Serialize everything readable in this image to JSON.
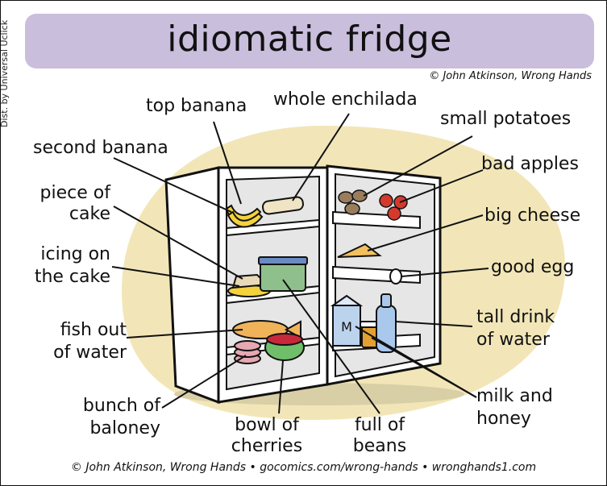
{
  "title": "idiomatic fridge",
  "dist_credit": "Dist. by Universal Uclick",
  "top_credit": "© John Atkinson, Wrong Hands",
  "footer_credit": "© John Atkinson, Wrong Hands • gocomics.com/wrong-hands • wronghands1.com",
  "labels": {
    "top_banana": "top banana",
    "whole_enchilada": "whole enchilada",
    "small_potatoes": "small potatoes",
    "second_banana": "second banana",
    "bad_apples": "bad apples",
    "piece_of_cake_1": "piece of",
    "piece_of_cake_2": "cake",
    "big_cheese": "big cheese",
    "icing_1": "icing on",
    "icing_2": "the cake",
    "good_egg": "good egg",
    "fish_1": "fish out",
    "fish_2": "of water",
    "tall_drink_1": "tall drink",
    "tall_drink_2": "of water",
    "baloney_1": "bunch of",
    "baloney_2": "baloney",
    "cherries_1": "bowl of",
    "cherries_2": "cherries",
    "beans_1": "full of",
    "beans_2": "beans",
    "milk_honey_1": "milk and",
    "milk_honey_2": "honey",
    "carton_letter": "M"
  },
  "colors": {
    "title_banner": "#c9bedc",
    "background_blob": "#f2e6b8",
    "fridge_body": "#ffffff",
    "fridge_interior": "#e6e6e6",
    "banana": "#f3d23c",
    "fish": "#f0b35a",
    "cherries": "#c8283c",
    "bowl": "#6fbf6a",
    "water_bottle": "#a9c8ec",
    "milk_carton": "#bcd3ee",
    "apples": "#d43a2c",
    "potatoes": "#9a7d5c",
    "baloney": "#e6a8b2"
  }
}
